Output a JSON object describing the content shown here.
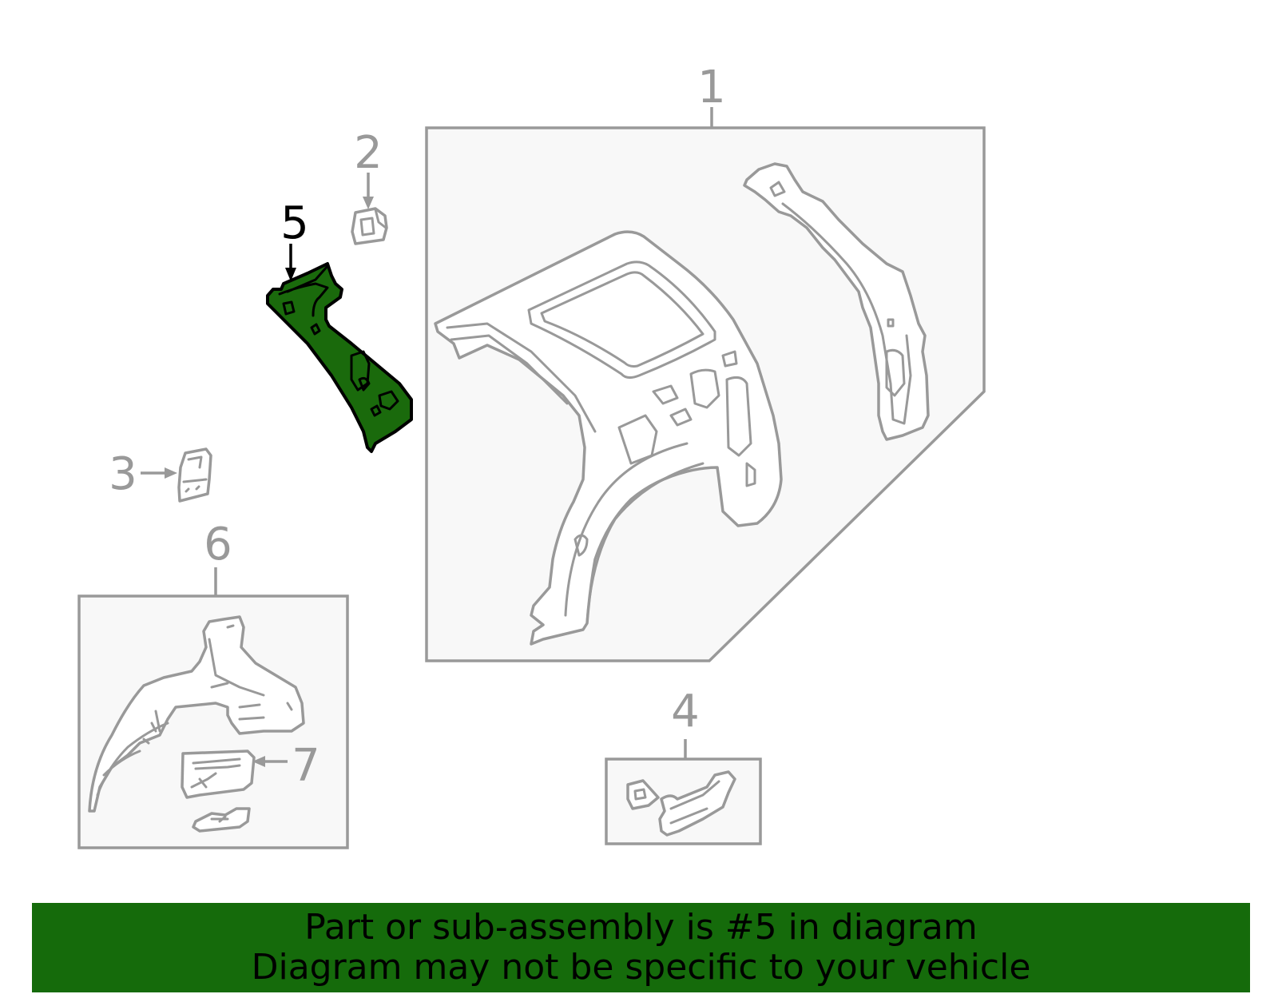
{
  "callouts": {
    "c1": "1",
    "c2": "2",
    "c3": "3",
    "c4": "4",
    "c5": "5",
    "c6": "6",
    "c7": "7"
  },
  "highlighted_part": "5",
  "colors": {
    "highlight_fill": "#1a6a0c",
    "banner_background": "#156b0b",
    "part_line": "#999999"
  },
  "footer": {
    "line1": "Part or sub-assembly is #5 in diagram",
    "line2": "Diagram may not be specific to your vehicle"
  }
}
